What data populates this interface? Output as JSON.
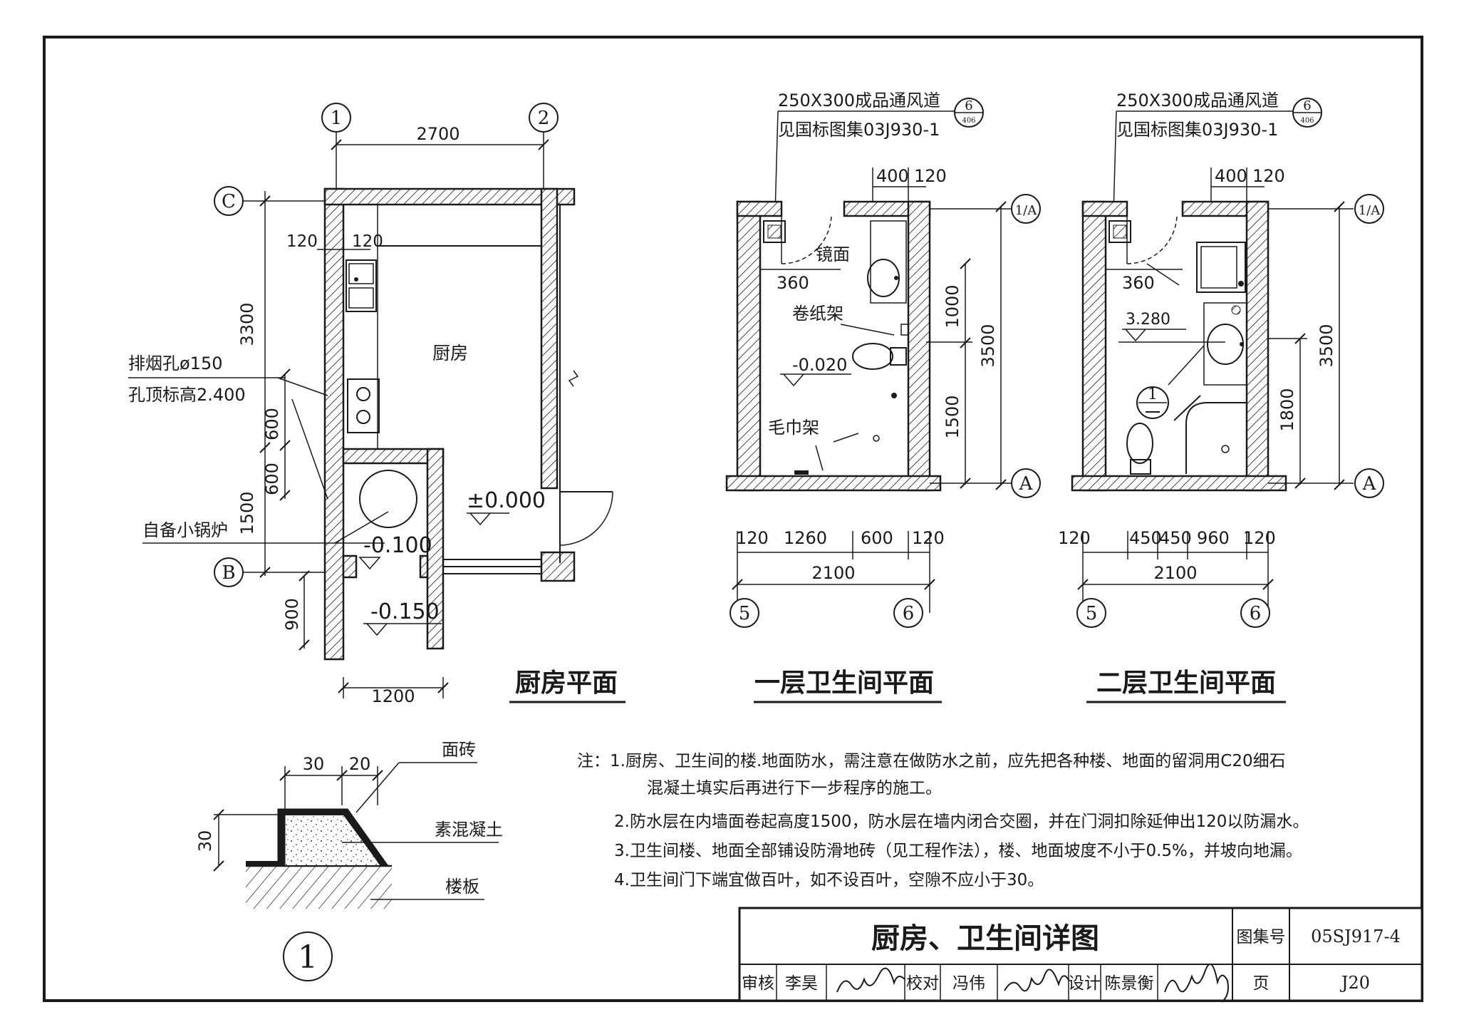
{
  "kitchen": {
    "title": "厨房平面",
    "room": "厨房",
    "axis_1": "1",
    "axis_2": "2",
    "axis_C": "C",
    "axis_B": "B",
    "dim_width": "2700",
    "dim_120a": "120",
    "dim_120b": "120",
    "dim_3300": "3300",
    "dim_600a": "600",
    "dim_600b": "600",
    "dim_1500": "1500",
    "dim_900": "900",
    "dim_1200": "1200",
    "note_smoke": "排烟孔ø150",
    "note_top": "孔顶标高2.400",
    "note_boiler": "自备小锅炉",
    "lvl_0": "±0.000",
    "lvl_100": "-0.100",
    "lvl_150": "-0.150"
  },
  "bath1": {
    "title": "一层卫生间平面",
    "vent_1": "250X300成品通风道",
    "vent_2": "见国标图集03J930-1",
    "ref_top": "6",
    "ref_bot": "406",
    "dim_400": "400",
    "dim_120": "120",
    "dim_360": "360",
    "mirror": "镜面",
    "paper": "卷纸架",
    "towel": "毛巾架",
    "lvl": "-0.020",
    "dim_1000": "1000",
    "dim_1500": "1500",
    "dim_3500": "3500",
    "axis_1A": "1/A",
    "axis_A": "A",
    "b_120a": "120",
    "b_1260": "1260",
    "b_600": "600",
    "b_120b": "120",
    "b_2100": "2100",
    "axis_5": "5",
    "axis_6": "6"
  },
  "bath2": {
    "title": "二层卫生间平面",
    "vent_1": "250X300成品通风道",
    "vent_2": "见国标图集03J930-1",
    "ref_top": "6",
    "ref_bot": "406",
    "dim_400": "400",
    "dim_120": "120",
    "dim_360": "360",
    "lvl": "3.280",
    "detail_ref": "1",
    "dim_1800": "1800",
    "dim_3500": "3500",
    "axis_1A": "1/A",
    "axis_A": "A",
    "b_120a": "120",
    "b_450a": "450",
    "b_450b": "450",
    "b_960": "960",
    "b_120b": "120",
    "b_2100": "2100",
    "axis_5": "5",
    "axis_6": "6"
  },
  "detail": {
    "dim_30": "30",
    "dim_20": "20",
    "dim_30v": "30",
    "label_tile": "面砖",
    "label_concrete": "素混凝土",
    "label_slab": "楼板",
    "number": "1"
  },
  "notes": {
    "n1a": "注：1.厨房、卫生间的楼.地面防水，需注意在做防水之前，应先把各种楼、地面的留洞用C20细石",
    "n1b": "混凝土填实后再进行下一步程序的施工。",
    "n2": "2.防水层在内墙面卷起高度1500，防水层在墙内闭合交圈，并在门洞扣除延伸出120以防漏水。",
    "n3": "3.卫生间楼、地面全部铺设防滑地砖（见工程作法），楼、地面坡度不小于0.5%，并坡向地漏。",
    "n4": "4.卫生间门下端宜做百叶，如不设百叶，空隙不应小于30。"
  },
  "titleblock": {
    "title": "厨房、卫生间详图",
    "atlas_label": "图集号",
    "atlas_value": "05SJ917-4",
    "page_label": "页",
    "page_value": "J20",
    "review": "审核",
    "reviewer": "李昊",
    "check": "校对",
    "checker": "冯伟",
    "design": "设计",
    "designer": "陈景衡"
  }
}
